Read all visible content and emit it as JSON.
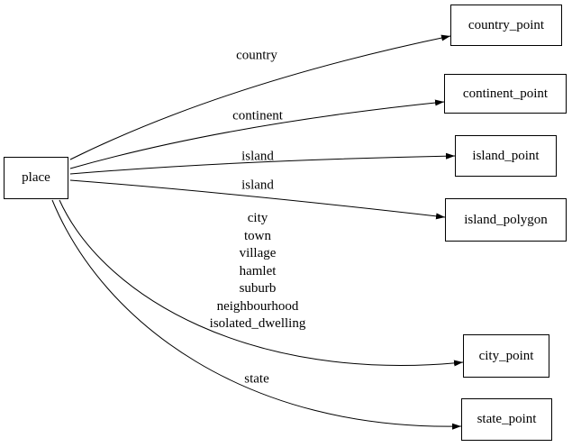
{
  "diagram": {
    "type": "directed-graph",
    "background_color": "#ffffff",
    "node_border_color": "#000000",
    "edge_color": "#000000",
    "text_color": "#000000",
    "nodes": [
      {
        "id": "place",
        "label": "place"
      },
      {
        "id": "country_point",
        "label": "country_point"
      },
      {
        "id": "continent_point",
        "label": "continent_point"
      },
      {
        "id": "island_point",
        "label": "island_point"
      },
      {
        "id": "island_polygon",
        "label": "island_polygon"
      },
      {
        "id": "city_point",
        "label": "city_point"
      },
      {
        "id": "state_point",
        "label": "state_point"
      }
    ],
    "edges": [
      {
        "from": "place",
        "to": "country_point",
        "label": "country"
      },
      {
        "from": "place",
        "to": "continent_point",
        "label": "continent"
      },
      {
        "from": "place",
        "to": "island_point",
        "label": "island"
      },
      {
        "from": "place",
        "to": "island_polygon",
        "label": "island"
      },
      {
        "from": "place",
        "to": "city_point",
        "label": "city\ntown\nvillage\nhamlet\nsuburb\nneighbourhood\nisolated_dwelling"
      },
      {
        "from": "place",
        "to": "state_point",
        "label": "state"
      }
    ]
  }
}
